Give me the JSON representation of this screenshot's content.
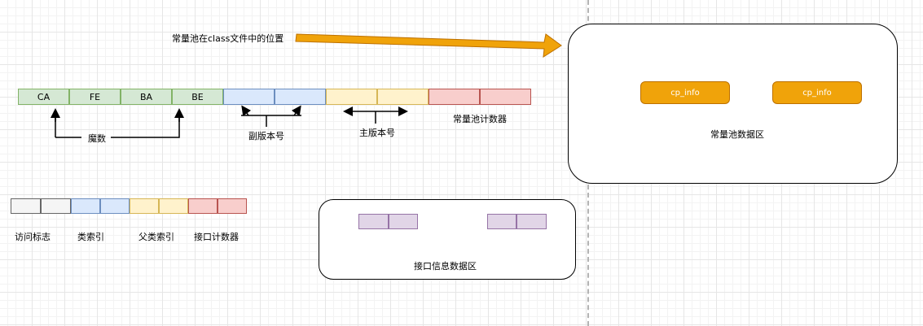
{
  "title_text": "常量池在class文件中的位置",
  "magic": {
    "cells": [
      "CA",
      "FE",
      "BA",
      "BE"
    ],
    "label": "魔数"
  },
  "minor_version_label": "副版本号",
  "major_version_label": "主版本号",
  "cp_count_label": "常量池计数器",
  "constant_pool": {
    "items": [
      "cp_info",
      "cp_info"
    ],
    "label": "常量池数据区"
  },
  "row2_labels": {
    "access_flags": "访问标志",
    "this_class": "类索引",
    "super_class": "父类索引",
    "interfaces_count": "接口计数器"
  },
  "interfaces_label": "接口信息数据区",
  "colors": {
    "magic": "#d5e8d4",
    "minor_version": "#dae8fc",
    "major_version": "#fff2cc",
    "counter": "#f8cecc",
    "access_flags": "#f5f5f5",
    "interface": "#e1d5e7",
    "cp_info": "#f0a30a",
    "arrow": "#f0a30a"
  }
}
